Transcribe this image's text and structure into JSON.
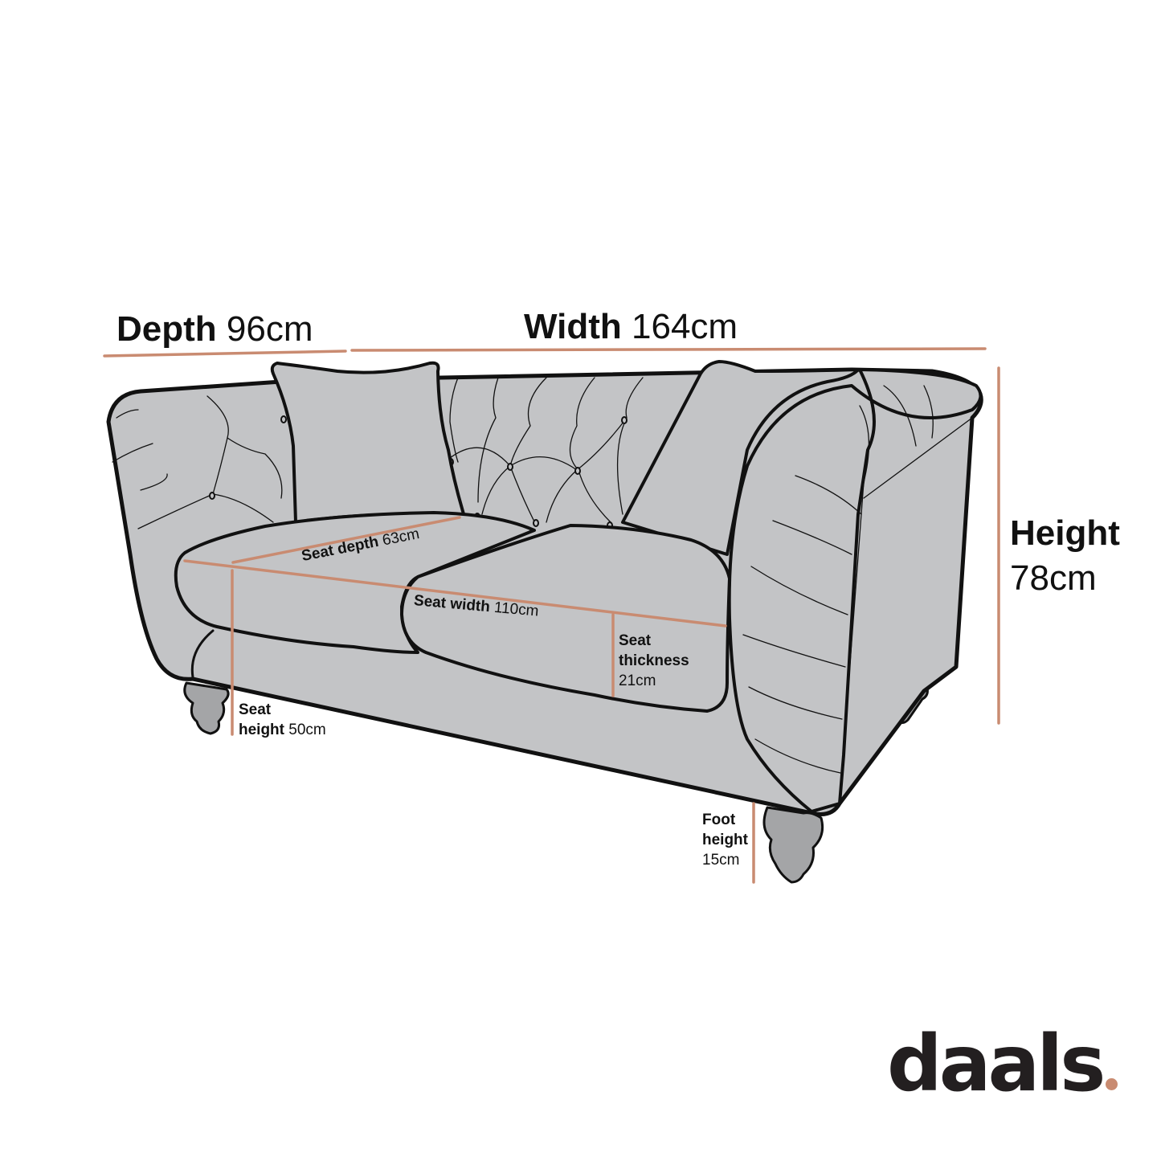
{
  "colors": {
    "background": "#ffffff",
    "sofa_fill": "#c3c4c6",
    "foot_fill": "#a4a5a7",
    "outline": "#111111",
    "dimension_line": "#c98b71",
    "text": "#111111",
    "logo": "#231f20",
    "logo_dot": "#c98b71"
  },
  "dimensions": {
    "depth": {
      "label": "Depth",
      "value": "96cm"
    },
    "width": {
      "label": "Width",
      "value": "164cm"
    },
    "height": {
      "label": "Height",
      "value": "78cm"
    },
    "seat_depth": {
      "label": "Seat depth",
      "value": "63cm"
    },
    "seat_width": {
      "label": "Seat width",
      "value": "110cm"
    },
    "seat_thickness": {
      "label_line1": "Seat",
      "label_line2": "thickness",
      "value": "21cm"
    },
    "seat_height": {
      "label_line1": "Seat",
      "label_line2": "height",
      "value": "50cm"
    },
    "foot_height": {
      "label_line1": "Foot",
      "label_line2": "height",
      "value": "15cm"
    }
  },
  "illustration": {
    "subject": "sofa-icon",
    "description": "two-seater chesterfield sofa with two scatter cushions and turned feet"
  },
  "brand": {
    "logo_text": "daals"
  }
}
